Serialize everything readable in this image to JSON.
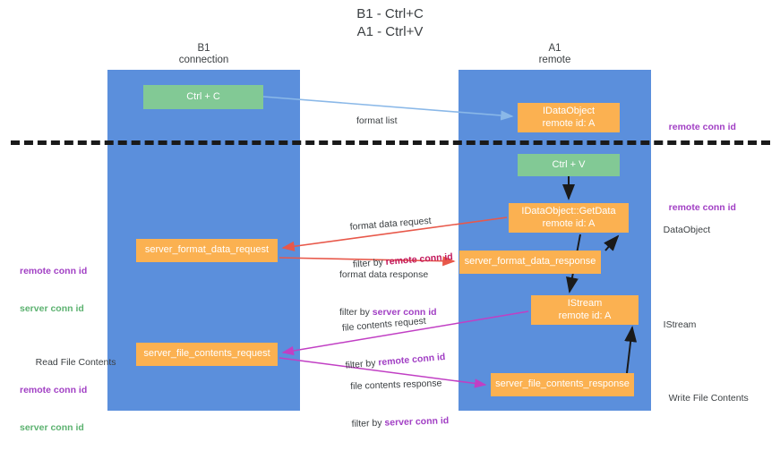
{
  "title": "B1 - Ctrl+C\nA1 - Ctrl+V",
  "columns": {
    "left": "B1\nconnection",
    "right": "A1\nremote"
  },
  "colors": {
    "lane": "#5b8fdc",
    "green_box": "#82c995",
    "orange_box": "#fbb151",
    "purple_text": "#a13fc4",
    "green_text": "#5cb270",
    "red_arrow": "#e8584a",
    "magenta_arrow": "#c13fc4",
    "blue_arrow": "#8ab8e8",
    "black_arrow": "#1a1a1a",
    "divider": "#1a1a1a"
  },
  "boxes": {
    "ctrl_c": "Ctrl + C",
    "idataobject": {
      "line1": "IDataObject",
      "line2": "remote id: A"
    },
    "ctrl_v": "Ctrl + V",
    "getdata": {
      "line1": "IDataObject::GetData",
      "line2": "remote id: A"
    },
    "server_format_data_request": "server_format_data_request",
    "server_format_data_response": "server_format_data_response",
    "istream": {
      "line1": "IStream",
      "line2": "remote id: A"
    },
    "server_file_contents_request": "server_file_contents_request",
    "server_file_contents_response": "server_file_contents_response"
  },
  "captions": {
    "format_list": "format list",
    "format_data_request": {
      "line1": "format data request",
      "line2_prefix": "filter by ",
      "line2_id": "remote conn id"
    },
    "format_data_response": {
      "line1": "format data response",
      "line2_prefix": "filter by ",
      "line2_id": "server conn id"
    },
    "file_contents_request": {
      "line1": "file contents request",
      "line2_prefix": "filter by ",
      "line2_id": "remote conn id"
    },
    "file_contents_response": {
      "line1": "file contents response",
      "line2_prefix": "filter by ",
      "line2_id": "server conn id"
    }
  },
  "annotations": {
    "remote_conn_id_top": "remote conn id",
    "remote_conn_id_mid": "remote conn id",
    "dataobject": "DataObject",
    "istream": "IStream",
    "write_file_contents": "Write File Contents",
    "read_file_contents": "Read File Contents",
    "left_remote_conn_id": "remote conn id",
    "left_server_conn_id": "server conn id",
    "left_remote_conn_id2": "remote conn id",
    "left_server_conn_id2": "server conn id"
  }
}
